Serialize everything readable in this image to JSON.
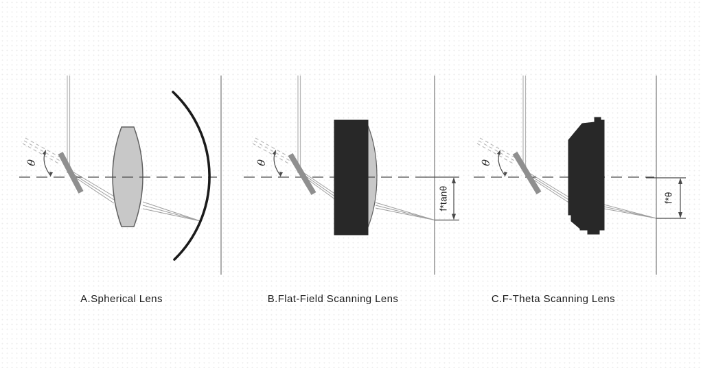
{
  "colors": {
    "text": "#1a1a1a",
    "lens_gray": "#c8c8c8",
    "lens_gray_edge": "#5f5f5f",
    "lens_black": "#282828",
    "mirror_gray": "#8f8f8f",
    "beam_gray": "#b5b5b5",
    "ray_gray": "#9e9e9e",
    "axis_dark": "#4a4a4a",
    "arc_black": "#1b1b1b",
    "plane_gray": "#8a8a8a"
  },
  "panels": [
    {
      "caption": "A.Spherical Lens",
      "angle_label": "θ"
    },
    {
      "caption": "B.Flat-Field Scanning Lens",
      "angle_label": "θ",
      "displacement_label": "f*tanθ"
    },
    {
      "caption": "C.F-Theta Scanning Lens",
      "angle_label": "θ",
      "displacement_label": "f*θ"
    }
  ]
}
